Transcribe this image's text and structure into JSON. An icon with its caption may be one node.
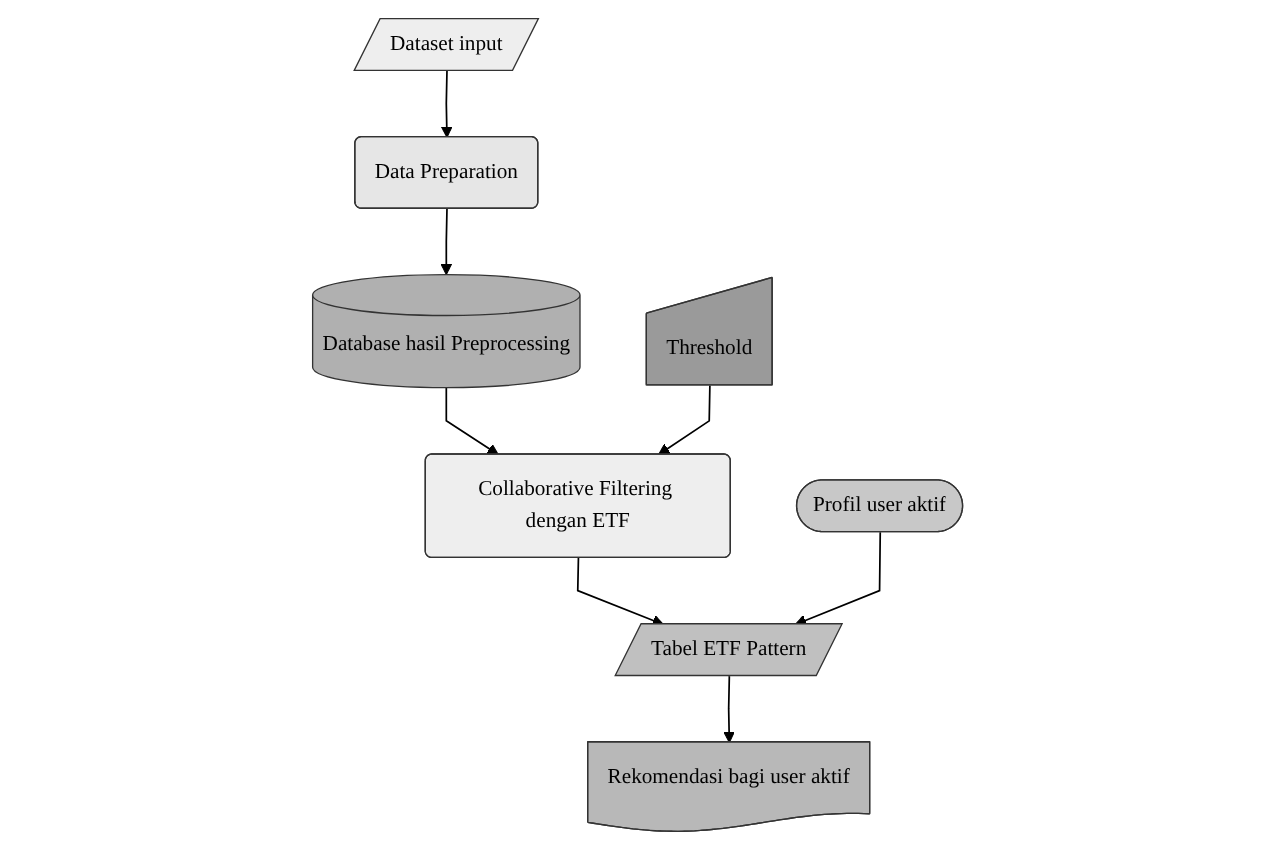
{
  "diagram": {
    "nodes": [
      {
        "text": [
          "Dataset input"
        ]
      },
      {
        "text": [
          "Data Preparation"
        ]
      },
      {
        "text": [
          "Database hasil Preprocessing"
        ]
      },
      {
        "text": [
          "Threshold"
        ]
      },
      {
        "text": [
          "Collaborative Filtering dengan ETF"
        ]
      },
      {
        "text": [
          "Profil user aktif"
        ]
      },
      {
        "text": [
          "Tabel ETF Pattern"
        ]
      },
      {
        "text": [
          "Rekomendasi bagi user aktif"
        ]
      }
    ],
    "edges": [
      {
        "from": 0,
        "to": 1,
        "arrow": "to"
      },
      {
        "from": 1,
        "to": 2,
        "arrow": "to"
      },
      {
        "from": 2,
        "to": 4,
        "arrow": "to"
      },
      {
        "from": 3,
        "to": 4,
        "arrow": "to"
      },
      {
        "from": 4,
        "to": 6,
        "arrow": "to"
      },
      {
        "from": 5,
        "to": 6,
        "arrow": "to"
      },
      {
        "from": 6,
        "to": 7,
        "arrow": "to"
      }
    ]
  }
}
